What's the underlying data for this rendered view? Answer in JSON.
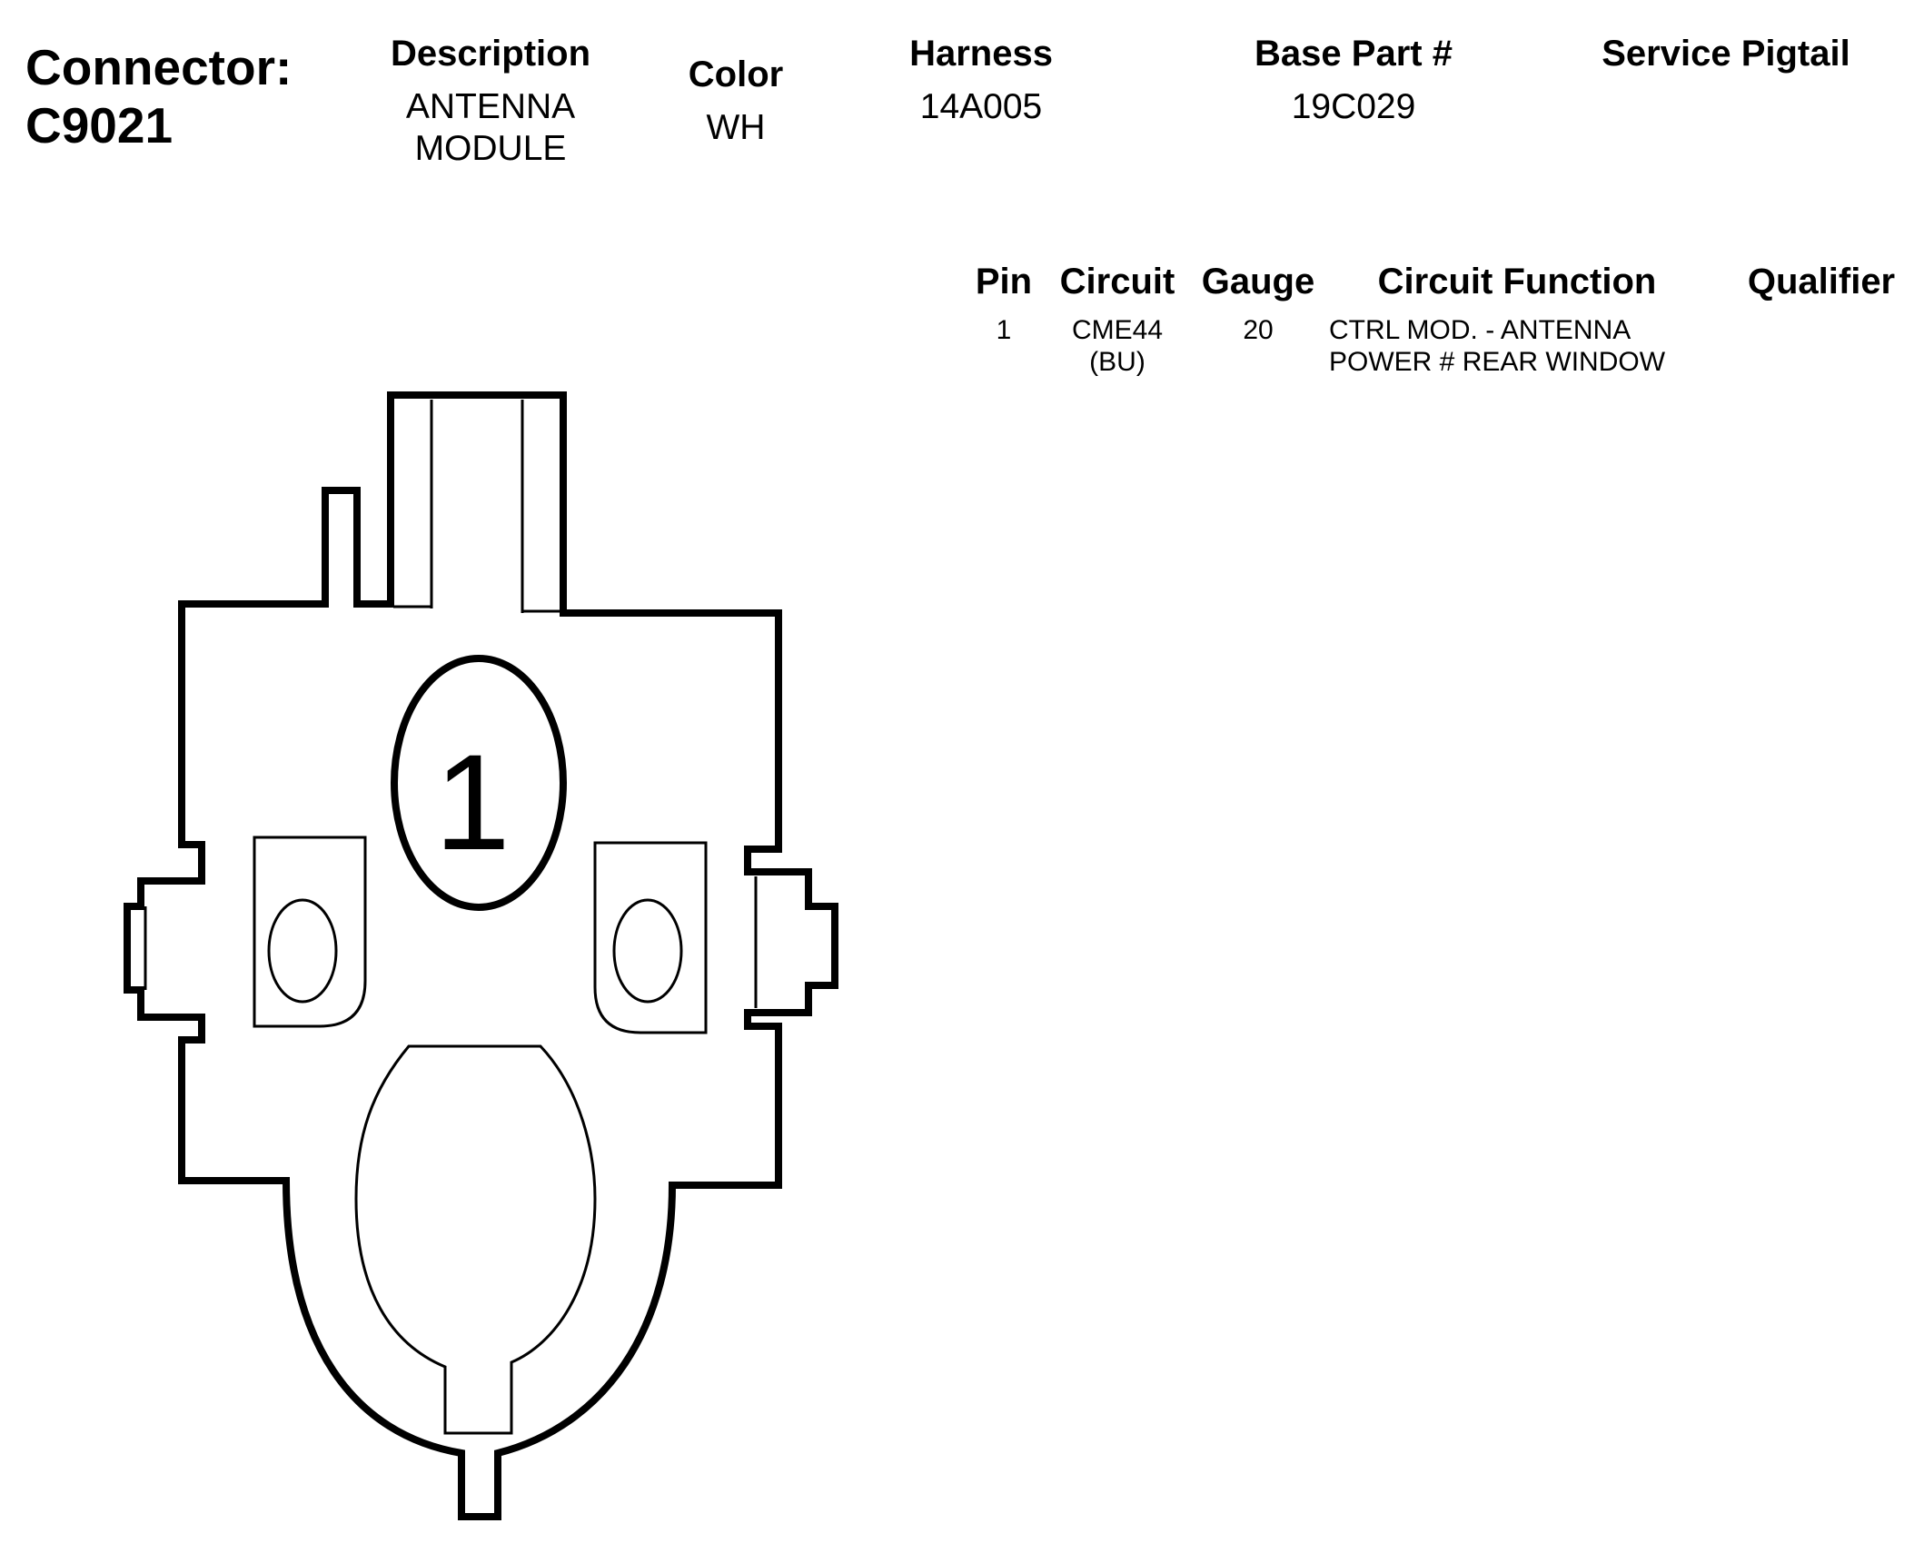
{
  "connector": {
    "label": "Connector:",
    "id": "C9021"
  },
  "header": {
    "description": {
      "label": "Description",
      "value_lines": [
        "ANTENNA",
        "MODULE"
      ]
    },
    "color": {
      "label": "Color",
      "value": "WH"
    },
    "harness": {
      "label": "Harness",
      "value": "14A005"
    },
    "base_part": {
      "label": "Base Part #",
      "value": "19C029"
    },
    "service_pigtail": {
      "label": "Service Pigtail",
      "value": ""
    }
  },
  "pin_table": {
    "columns": [
      "Pin",
      "Circuit",
      "Gauge",
      "Circuit Function",
      "Qualifier"
    ],
    "rows": [
      {
        "pin": "1",
        "circuit_lines": [
          "CME44",
          "(BU)"
        ],
        "gauge": "20",
        "function_lines": [
          "CTRL MOD. - ANTENNA",
          "POWER # REAR WINDOW"
        ],
        "qualifier": ""
      }
    ]
  },
  "diagram": {
    "pin_number_label": "1",
    "stroke_color": "#000000",
    "fill_color": "#ffffff"
  }
}
